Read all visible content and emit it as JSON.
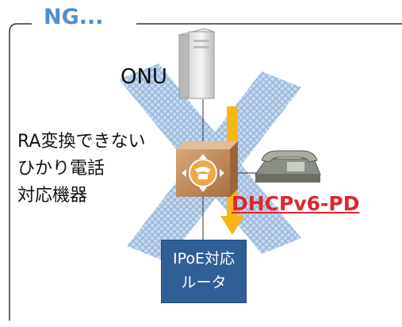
{
  "heading": "NG...",
  "onu_label": "ONU",
  "device_label_lines": [
    "RA変換できない",
    "ひかり電話",
    "対応機器"
  ],
  "pd_label": "DHCPv6-PD",
  "router_label_lines": [
    "IPoE対応",
    "ルータ"
  ],
  "icons": [
    "onu-server-icon",
    "arrow-down-icon",
    "phone-device-icon",
    "telephone-icon",
    "cross-mark-icon"
  ],
  "colors": {
    "heading": "#4d8ed4",
    "pd_label": "#e0252e",
    "router_fill": "#2e5f96",
    "arrow": "#f5b718",
    "cross": "#b7cde6",
    "device": "#c58d5e"
  }
}
